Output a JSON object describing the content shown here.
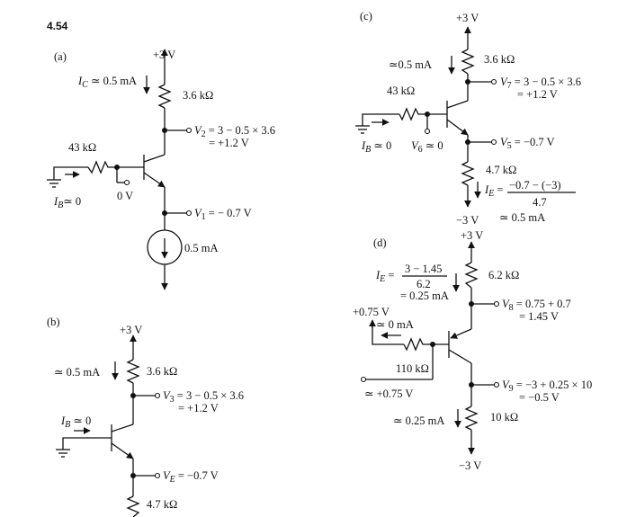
{
  "problem": "4.54",
  "a": {
    "label": "(a)",
    "vplus": "+3 V",
    "ic": "I",
    "ic_sub": "C",
    "ic_rest": " ≃ 0.5 mA",
    "rc": "3.6 kΩ",
    "v2a": "V",
    "v2sub": "2",
    "v2b": " = 3 − 0.5 × 3.6",
    "v2c": "= +1.2 V",
    "rb": "43 kΩ",
    "ib": "I",
    "ib_sub": "B",
    "ib_rest": "≃ 0",
    "vb": "0 V",
    "v1a": "V",
    "v1sub": "1",
    "v1b": " = − 0.7 V",
    "src": "0.5 mA"
  },
  "b": {
    "label": "(b)",
    "vplus": "+3 V",
    "ic": "≃ 0.5 mA",
    "rc": "3.6 kΩ",
    "v3a": "V",
    "v3sub": "3",
    "v3b": " = 3 − 0.5 × 3.6",
    "v3c": "= +1.2 V",
    "ib": "I",
    "ib_sub": "B",
    "ib_rest": " ≃ 0",
    "vea": "V",
    "vesub": "E",
    "veb": " = −0.7 V",
    "re": "4.7 kΩ"
  },
  "c": {
    "label": "(c)",
    "vplus": "+3 V",
    "ic": "≃0.5 mA",
    "rc": "3.6 kΩ",
    "v7a": "V",
    "v7sub": "7",
    "v7b": " = 3 − 0.5 × 3.6",
    "v7c": "= +1.2 V",
    "rb": "43 kΩ",
    "ib": "I",
    "ib_sub": "B",
    "ib_rest": " ≃ 0",
    "v6a": "V",
    "v6sub": "6",
    "v6b": " ≃ 0",
    "v5a": "V",
    "v5sub": "5",
    "v5b": " = −0.7 V",
    "re": "4.7 kΩ",
    "iea": "I",
    "iesub": "E",
    "ieb": " = ",
    "ienum": "−0.7 − (−3)",
    "ieden": "4.7",
    "iec": "≃ 0.5 mA",
    "vminus": "−3 V"
  },
  "d": {
    "label": "(d)",
    "vplus": "+3 V",
    "iea": "I",
    "iesub": "E",
    "ieb": " = ",
    "ienum": "3 − 1.45",
    "ieden": "6.2",
    "iec": "= 0.25 mA",
    "re": "6.2 kΩ",
    "v8a": "V",
    "v8sub": "8",
    "v8b": " = 0.75 + 0.7",
    "v8c": "= 1.45 V",
    "vb": "+0.75 V",
    "ib": "≃ 0 mA",
    "rb": "110 kΩ",
    "vbot": "≃ +0.75 V",
    "v9a": "V",
    "v9sub": "9",
    "v9b": " = −3 + 0.25 × 10",
    "v9c": "= −0.5 V",
    "ic": "≃ 0.25 mA",
    "rc": "10 kΩ",
    "vminus": "−3 V"
  }
}
